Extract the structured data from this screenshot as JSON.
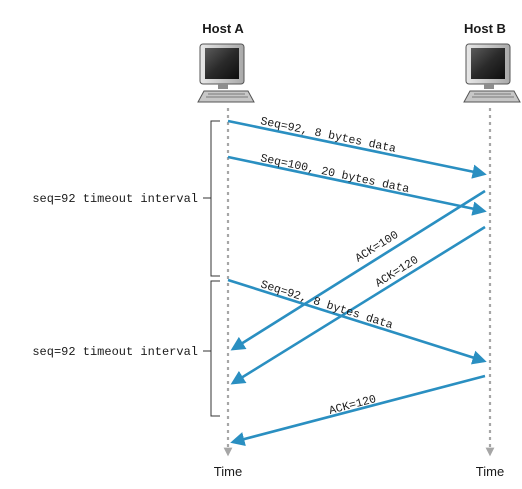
{
  "hosts": {
    "a": {
      "label": "Host A",
      "icon": "computer-icon"
    },
    "b": {
      "label": "Host B",
      "icon": "computer-icon"
    }
  },
  "time_labels": {
    "a": "Time",
    "b": "Time"
  },
  "timeouts": [
    {
      "label": "seq=92 timeout interval"
    },
    {
      "label": "seq=92 timeout interval"
    }
  ],
  "messages": [
    {
      "label": "Seq=92, 8 bytes data",
      "from": "Host A",
      "to": "Host B"
    },
    {
      "label": "Seq=100, 20 bytes data",
      "from": "Host A",
      "to": "Host B"
    },
    {
      "label": "ACK=100",
      "from": "Host B",
      "to": "Host A"
    },
    {
      "label": "ACK=120",
      "from": "Host B",
      "to": "Host A"
    },
    {
      "label": "Seq=92, 8 bytes data",
      "from": "Host A",
      "to": "Host B"
    },
    {
      "label": "ACK=120",
      "from": "Host B",
      "to": "Host A"
    }
  ],
  "colors": {
    "arrow": "#2a8fc1",
    "timeline": "#a6a6a6",
    "text": "#1a1a1a"
  }
}
